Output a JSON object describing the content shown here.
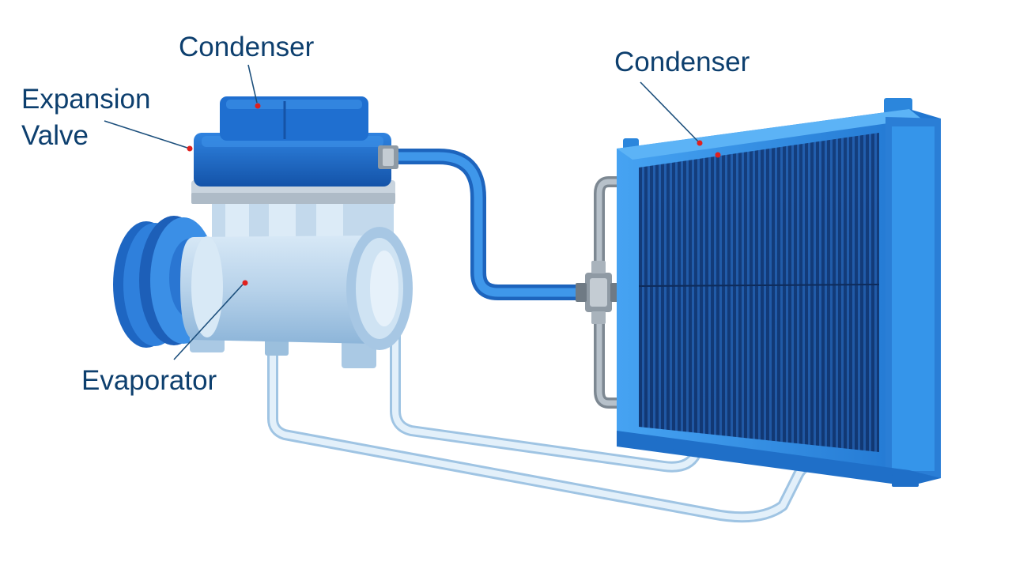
{
  "diagram": {
    "labels": {
      "top_condenser": "Condenser",
      "expansion_line1": "Expansion",
      "expansion_line2": "Valve",
      "condenser": "Condenser",
      "evaporator": "Evaporator"
    },
    "colors": {
      "label_text": "#0d3f6e",
      "leader_line": "#1c4f7c",
      "marker_dot": "#e0201e",
      "housing_blue": "#1f6fd0",
      "housing_dark_blue": "#1557b0",
      "body_light_blue": "#b9d4ea",
      "pipe_blue": "#2a7fd9",
      "pipe_light": "#cfe3f3",
      "radiator_frame": "#2f8fe8",
      "radiator_core": "#133a78",
      "fitting_gray": "#8f9aa4"
    }
  }
}
